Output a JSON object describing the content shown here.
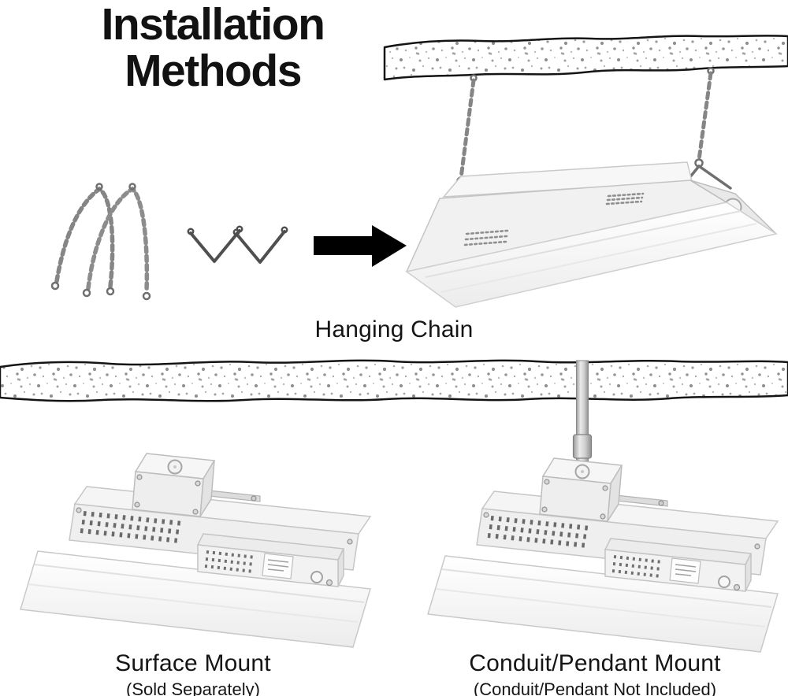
{
  "title": {
    "line1": "Installation",
    "line2": "Methods"
  },
  "captions": {
    "hanging": {
      "label": "Hanging Chain"
    },
    "surface": {
      "label": "Surface Mount",
      "note": "(Sold Separately)"
    },
    "pendant": {
      "label": "Conduit/Pendant Mount",
      "note": "(Conduit/Pendant Not Included)"
    }
  },
  "icons": {
    "arrow": "arrow-right-icon",
    "chain_kit": "hanging-chain-icon",
    "hook_kit": "v-hook-icon",
    "ceiling": "speckled-ceiling-texture"
  },
  "colors": {
    "text": "#121212",
    "outline": "#141414",
    "arrow": "#000000",
    "chain_metal": "#858585",
    "fixture_body": "#f2f2f2",
    "background": "#ffffff"
  }
}
